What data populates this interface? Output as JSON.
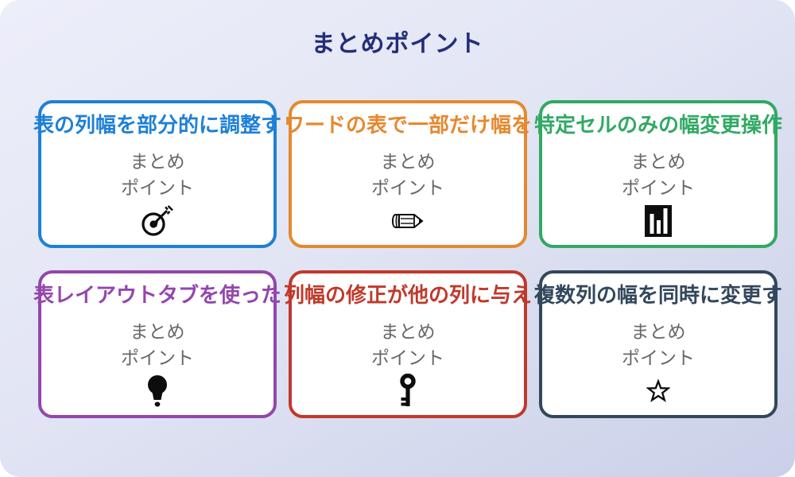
{
  "page": {
    "title": "まとめポイント",
    "title_color": "#232e7a",
    "background_top": "#edeefa",
    "background_bottom": "#cad0e8",
    "secondary_text_color": "#686868"
  },
  "cards": [
    {
      "title": "表の列幅を部分的に調整す",
      "accent": "#1e80d6",
      "icon": "target-icon",
      "lines": [
        "まとめ",
        "ポイント"
      ]
    },
    {
      "title": "ワードの表で一部だけ幅を",
      "accent": "#e5892f",
      "icon": "pencil-icon",
      "lines": [
        "まとめ",
        "ポイント"
      ]
    },
    {
      "title": "特定セルのみの幅変更操作",
      "accent": "#31a964",
      "icon": "bar-chart-icon",
      "lines": [
        "まとめ",
        "ポイント"
      ]
    },
    {
      "title": "表レイアウトタブを使った",
      "accent": "#9446ad",
      "icon": "lightbulb-icon",
      "lines": [
        "まとめ",
        "ポイント"
      ]
    },
    {
      "title": "列幅の修正が他の列に与え",
      "accent": "#c0392b",
      "icon": "key-icon",
      "lines": [
        "まとめ",
        "ポイント"
      ]
    },
    {
      "title": "複数列の幅を同時に変更す",
      "accent": "#33475c",
      "icon": "star-icon",
      "lines": [
        "まとめ",
        "ポイント"
      ]
    }
  ]
}
